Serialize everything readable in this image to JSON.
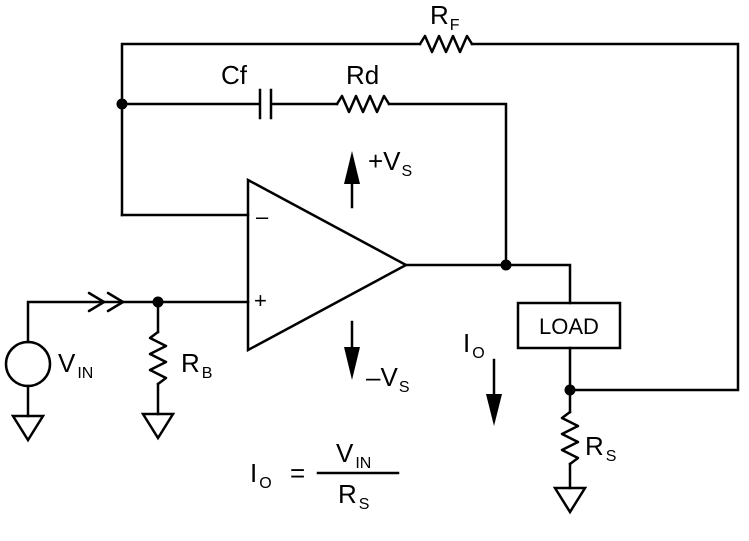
{
  "components": {
    "rf": {
      "main": "R",
      "sub": "F"
    },
    "cf": {
      "main": "Cf"
    },
    "rd": {
      "main": "Rd"
    },
    "vs_pos": {
      "main": "+V",
      "sub": "S"
    },
    "vs_neg": {
      "main": "–V",
      "sub": "S"
    },
    "vin": {
      "main": "V",
      "sub": "IN"
    },
    "rb": {
      "main": "R",
      "sub": "B"
    },
    "io": {
      "main": "I",
      "sub": "O"
    },
    "load": {
      "main": "LOAD"
    },
    "rs": {
      "main": "R",
      "sub": "S"
    },
    "opamp": {
      "minus": "–",
      "plus": "+"
    }
  },
  "equation": {
    "lhs_main": "I",
    "lhs_sub": "O",
    "equals": "=",
    "numerator_main": "V",
    "numerator_sub": "IN",
    "denominator_main": "R",
    "denominator_sub": "S"
  }
}
